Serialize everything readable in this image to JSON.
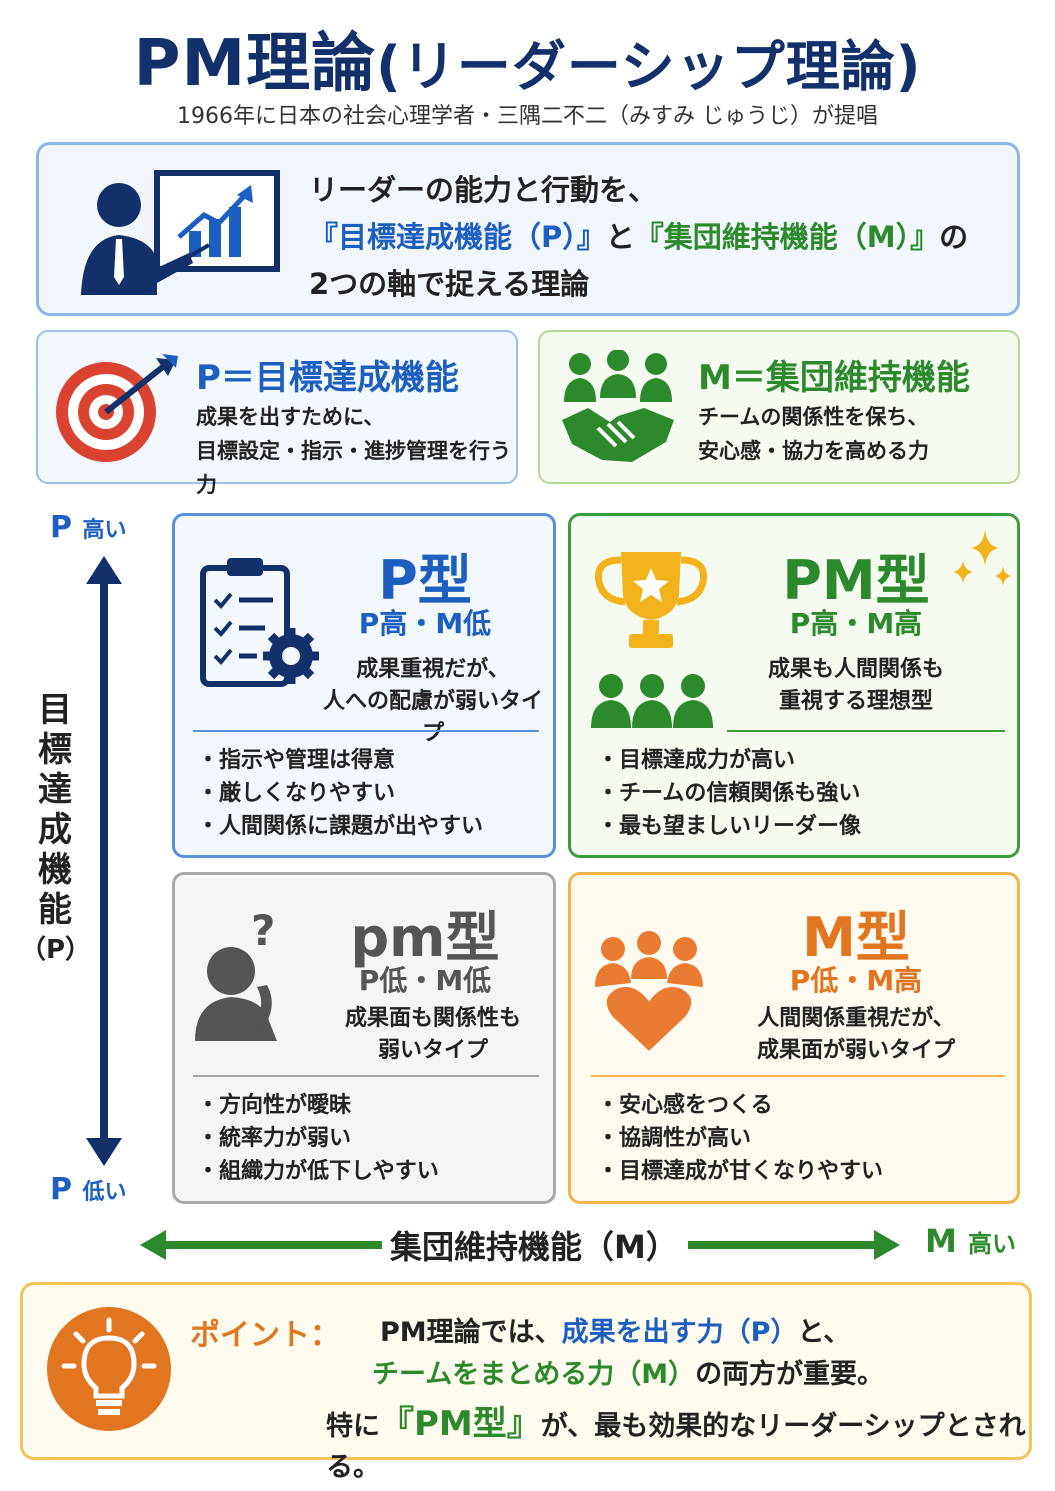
{
  "title": "PM理論",
  "title_paren": "(リーダーシップ理論)",
  "subtitle": "1966年に日本の社会心理学者・三隅二不二（みすみ じゅうじ）が提唱",
  "intro": {
    "line1": "リーダーの能力と行動を、",
    "line2_a": "『目標達成機能（P）』",
    "line2_b": "と",
    "line2_c": "『集団維持機能（M）』",
    "line2_d": "の",
    "line3": "2つの軸で捉える理論",
    "icon": "presenter-chart-icon"
  },
  "def_p": {
    "title": "P＝目標達成機能",
    "line1": "成果を出すために、",
    "line2": "目標設定・指示・進捗管理を行う力",
    "icon": "target-icon"
  },
  "def_m": {
    "title": "M＝集団維持機能",
    "line1": "チームの関係性を保ち、",
    "line2": "安心感・協力を高める力",
    "icon": "handshake-team-icon"
  },
  "axis": {
    "y_top_letter": "P",
    "y_top_word": "高い",
    "y_bottom_letter": "P",
    "y_bottom_word": "低い",
    "y_label": [
      "目",
      "標",
      "達",
      "成",
      "機",
      "能",
      "（P）"
    ],
    "x_label": "集団維持機能（M）",
    "x_end_letter": "M",
    "x_end_word": "高い"
  },
  "quadrants": {
    "p": {
      "name": "P型",
      "sub": "P高・M低",
      "desc1": "成果重視だが、",
      "desc2": "人への配慮が弱いタイプ",
      "items": [
        "指示や管理は得意",
        "厳しくなりやすい",
        "人間関係に課題が出やすい"
      ],
      "icon": "clipboard-gear-icon"
    },
    "pm": {
      "name": "PM型",
      "sub": "P高・M高",
      "desc1": "成果も人間関係も",
      "desc2": "重視する理想型",
      "items": [
        "目標達成力が高い",
        "チームの信頼関係も強い",
        "最も望ましいリーダー像"
      ],
      "icon": "trophy-icon"
    },
    "pm_low": {
      "name": "pm型",
      "sub": "P低・M低",
      "desc1": "成果面も関係性も",
      "desc2": "弱いタイプ",
      "items": [
        "方向性が曖昧",
        "統率力が弱い",
        "組織力が低下しやすい"
      ],
      "icon": "thinking-person-icon"
    },
    "m": {
      "name": "M型",
      "sub": "P低・M高",
      "desc1": "人間関係重視だが、",
      "desc2": "成果面が弱いタイプ",
      "items": [
        "安心感をつくる",
        "協調性が高い",
        "目標達成が甘くなりやすい"
      ],
      "icon": "group-heart-icon"
    }
  },
  "point": {
    "label": "ポイント：",
    "l1_a": "PM理論では、",
    "l1_b": "成果を出す力（P）",
    "l1_c": "と、",
    "l2_a": "チームをまとめる力（M）",
    "l2_b": "の両方が重要。",
    "l3_a": "特に",
    "l3_b": "『PM型』",
    "l3_c": "が、最も効果的なリーダーシップとされる。",
    "icon": "lightbulb-icon"
  },
  "colors": {
    "navy": "#13306b",
    "blue": "#1d5fc0",
    "green": "#2c8a2c",
    "orange": "#e2751f",
    "gray": "#555555",
    "red": "#d9432f"
  }
}
